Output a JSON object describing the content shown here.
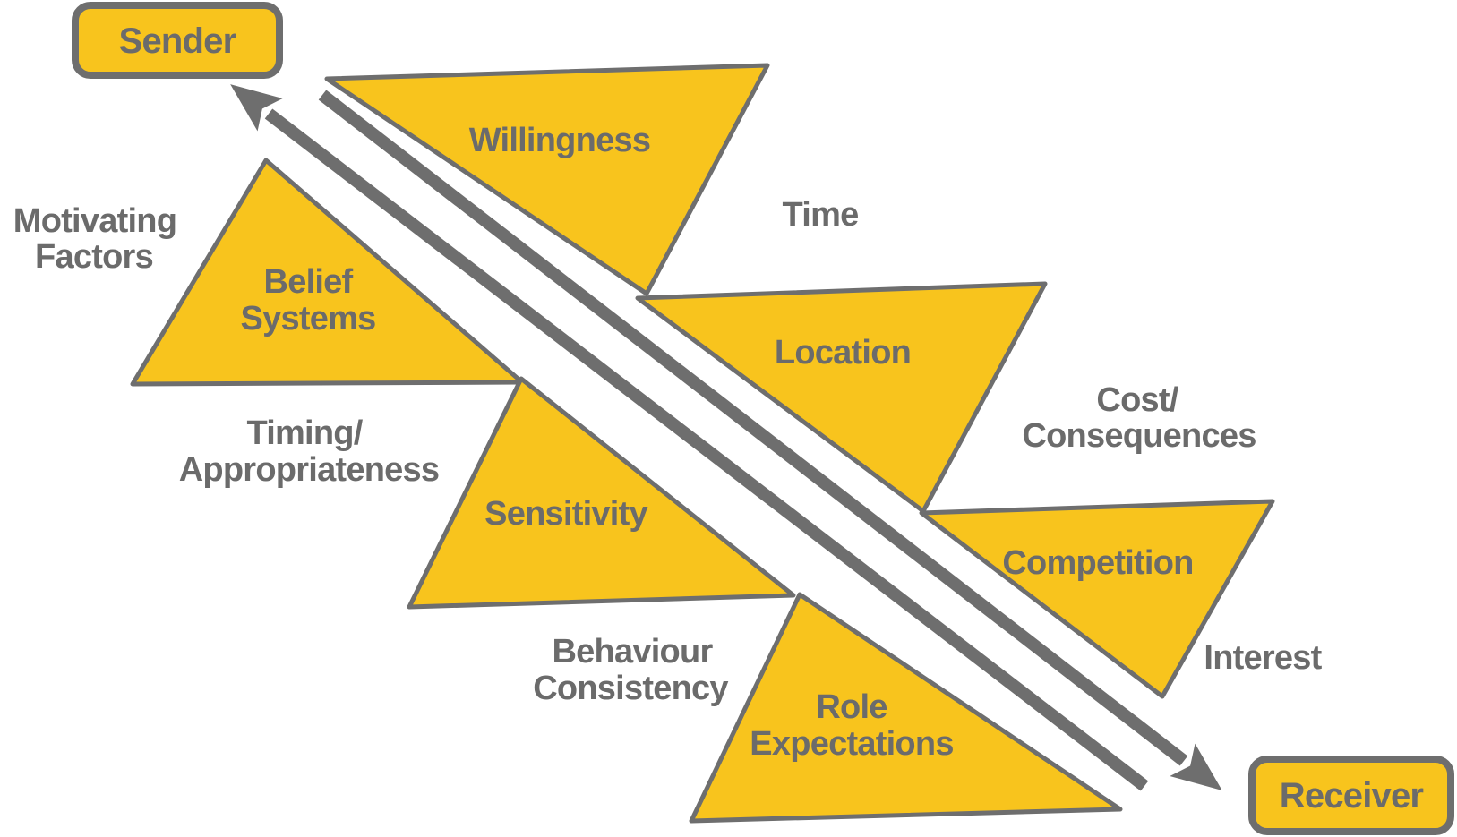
{
  "colors": {
    "shape_fill": "#F8C41D",
    "outline": "#6E6E6E",
    "text": "#6B6B6B",
    "background": "#FFFFFF"
  },
  "endpoints": {
    "sender": "Sender",
    "receiver": "Receiver"
  },
  "barriers": {
    "willingness": "Willingness",
    "belief_systems_line1": "Belief",
    "belief_systems_line2": "Systems",
    "location": "Location",
    "sensitivity": "Sensitivity",
    "competition": "Competition",
    "role_expectations_line1": "Role",
    "role_expectations_line2": "Expectations"
  },
  "factors": {
    "motivating_line1": "Motivating",
    "motivating_line2": "Factors",
    "time": "Time",
    "timing_line1": "Timing/",
    "timing_line2": "Appropriateness",
    "cost_line1": "Cost/",
    "cost_line2": "Consequences",
    "behaviour_line1": "Behaviour",
    "behaviour_line2": "Consistency",
    "interest": "Interest"
  }
}
